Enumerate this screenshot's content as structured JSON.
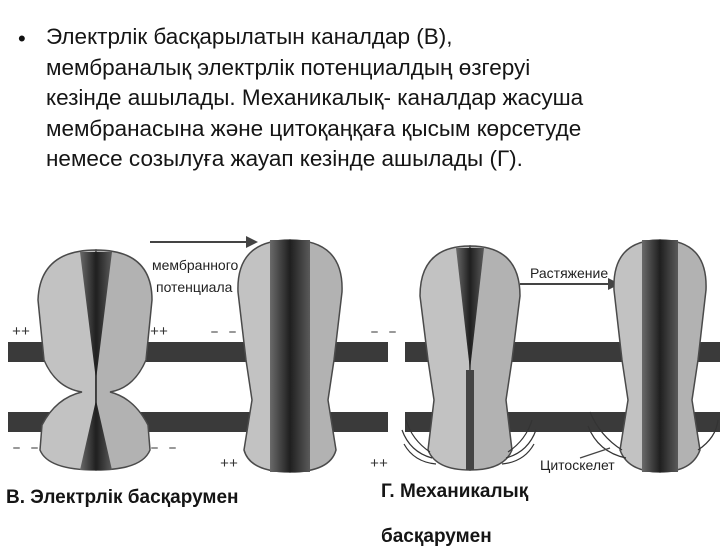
{
  "bullet": {
    "symbol": "•",
    "text": "Электрлік басқарылатын каналдар (В),\nмембраналық электрлік потенциалдың өзгеруі\nкезінде ашылады. Механикалық- каналдар жасуша\nмембранасына және цитоқаңқаға қысым көрсетуде\nнемесе созылуға жауап кезінде ашылады (Г)."
  },
  "figure": {
    "label_potential_line1": "мембранного",
    "label_potential_line2": "потенциала",
    "label_stretch": "Растяжение",
    "label_cytoskeleton": "Цитоскелет",
    "charge_plus": "++",
    "charge_minus": "– –"
  },
  "captions": {
    "electrical": "В. Электрлік басқарумен",
    "mechanical_line1": "Г. Механикалық",
    "mechanical_line2": "басқарумен"
  },
  "colors": {
    "membrane": "#3a3a3a",
    "channel_body": "#bdbdbd",
    "channel_pore": "#2b2b2b",
    "outline": "#4a4a4a"
  }
}
